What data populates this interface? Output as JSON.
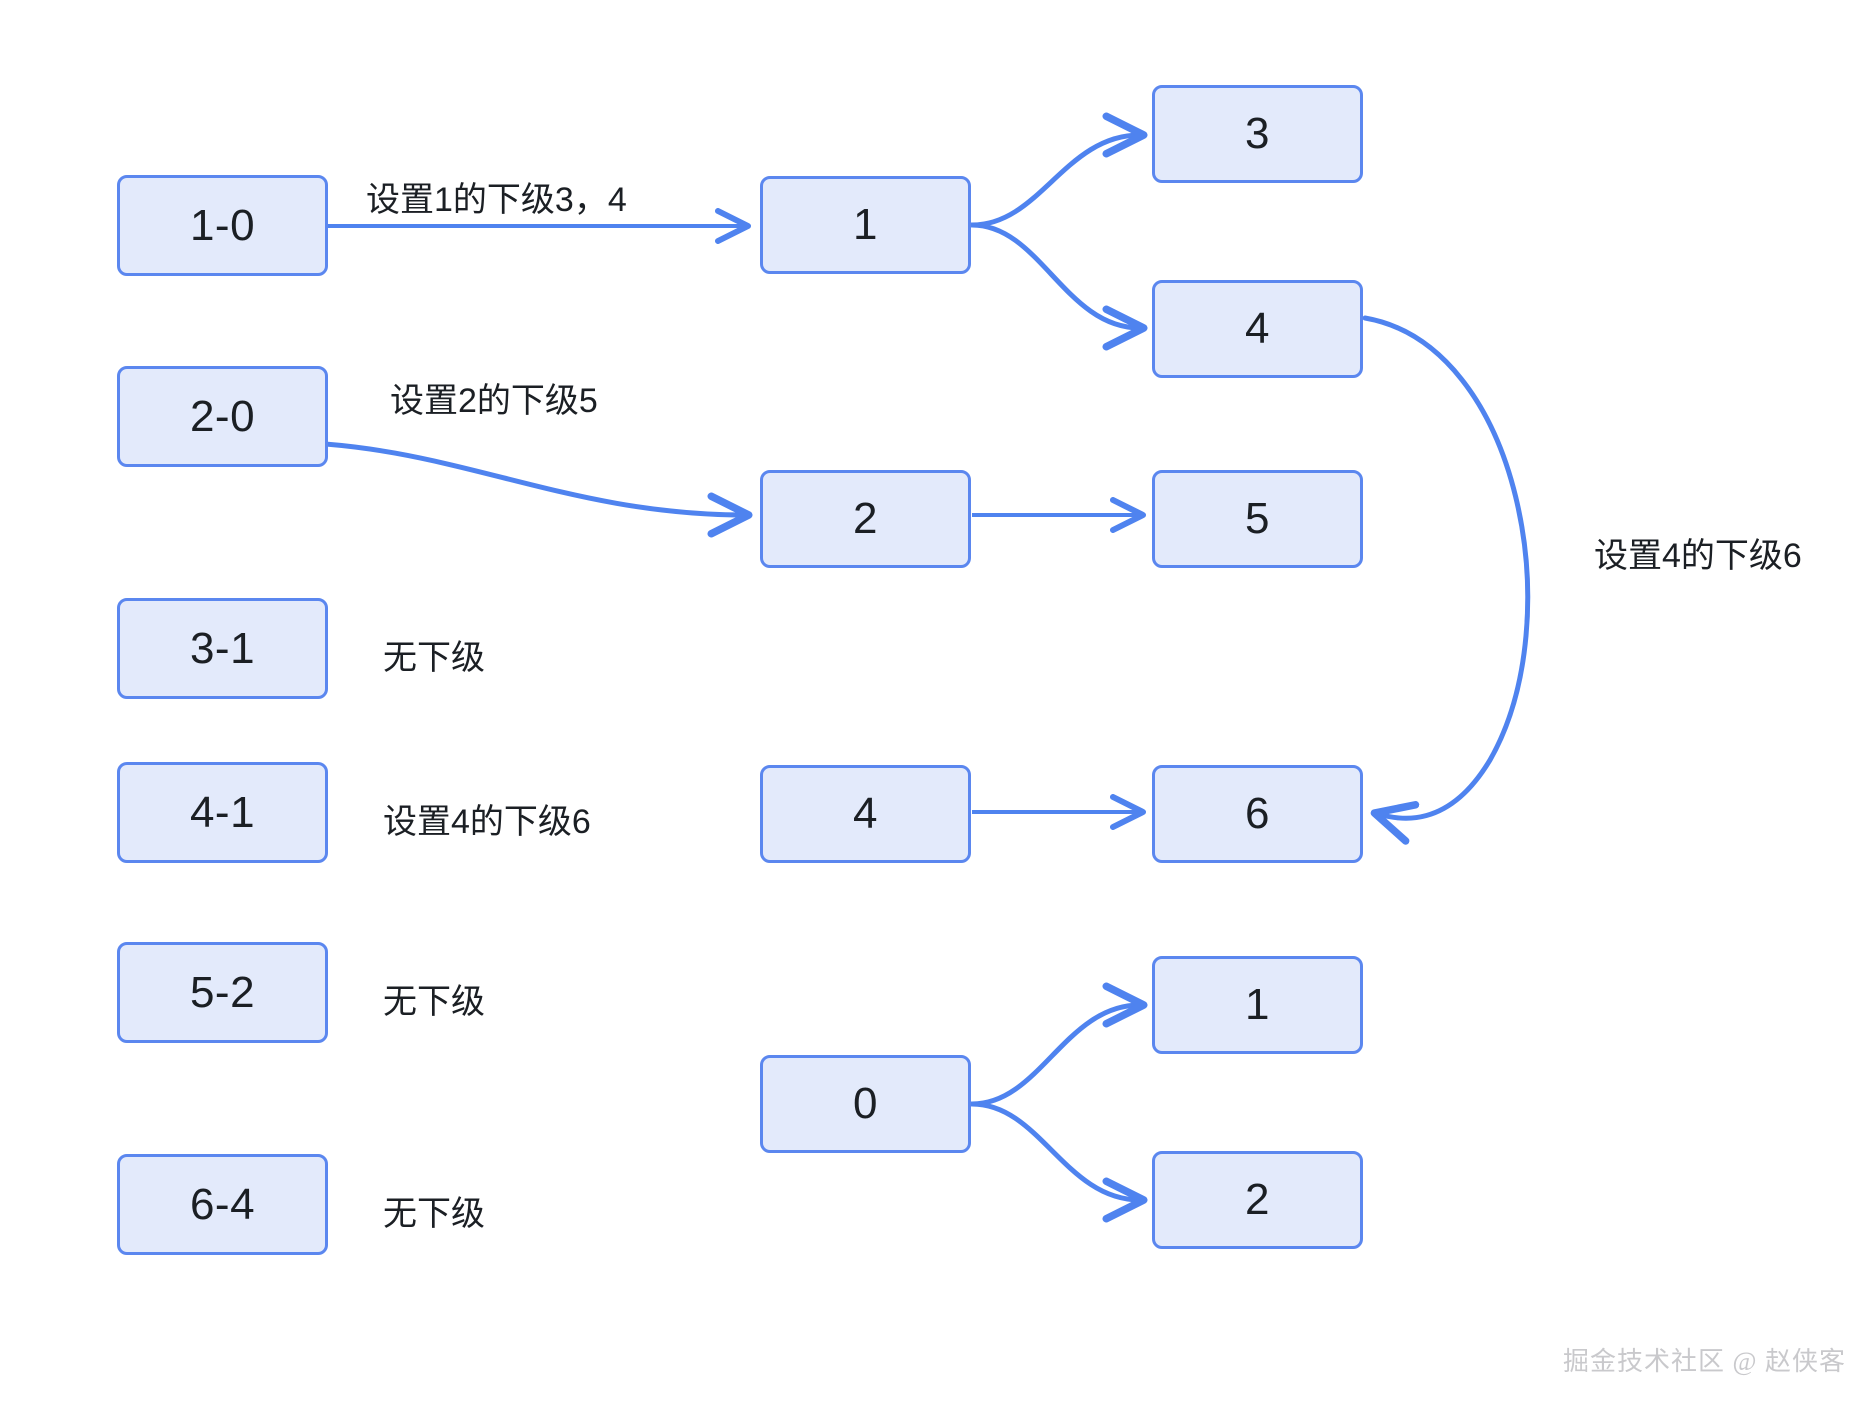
{
  "diagram": {
    "title": "",
    "colors": {
      "node_fill": "#e3eafb",
      "node_border": "#5b87ef",
      "edge_stroke": "#4f83ef",
      "text": "#1b1f24",
      "background": "#ffffff",
      "watermark": "#c9c9cc"
    },
    "left_column": {
      "rows": [
        {
          "box": "1-0",
          "note": "设置1的下级3，4"
        },
        {
          "box": "2-0",
          "note": "设置2的下级5"
        },
        {
          "box": "3-1",
          "note": "无下级"
        },
        {
          "box": "4-1",
          "note": "设置4的下级6"
        },
        {
          "box": "5-2",
          "note": "无下级"
        },
        {
          "box": "6-4",
          "note": "无下级"
        }
      ]
    },
    "graph_nodes": {
      "n1": "1",
      "n3": "3",
      "n4_top": "4",
      "n2": "2",
      "n5": "5",
      "n4_mid": "4",
      "n6": "6",
      "n0": "0",
      "n1b": "1",
      "n2b": "2"
    },
    "edge_labels": {
      "set1_children": "设置1的下级3，4",
      "set2_children": "设置2的下级5",
      "set4_child": "设置4的下级6"
    },
    "watermark": "掘金技术社区 @ 赵侠客"
  }
}
